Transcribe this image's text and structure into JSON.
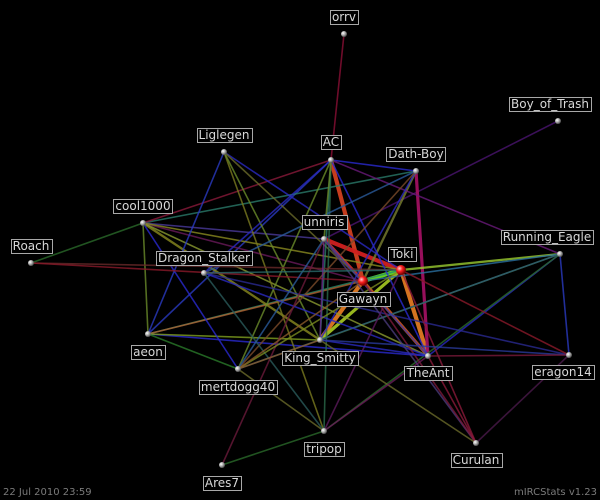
{
  "nodes": [
    {
      "id": "orrv",
      "label": "orrv",
      "highlight": false
    },
    {
      "id": "boy_of_trash",
      "label": "Boy_of_Trash",
      "highlight": false
    },
    {
      "id": "liglegen",
      "label": "Liglegen",
      "highlight": false
    },
    {
      "id": "ac",
      "label": "AC",
      "highlight": false
    },
    {
      "id": "dath_boy",
      "label": "Dath-Boy",
      "highlight": false
    },
    {
      "id": "cool1000",
      "label": "cool1000",
      "highlight": false
    },
    {
      "id": "unniris",
      "label": "unniris",
      "highlight": false
    },
    {
      "id": "roach",
      "label": "Roach",
      "highlight": false
    },
    {
      "id": "dragon_stalker",
      "label": "Dragon_Stalker",
      "highlight": false
    },
    {
      "id": "toki",
      "label": "Toki",
      "highlight": true
    },
    {
      "id": "running_eagle",
      "label": "Running_Eagle",
      "highlight": false
    },
    {
      "id": "gawayn",
      "label": "Gawayn",
      "highlight": true
    },
    {
      "id": "aeon",
      "label": "aeon",
      "highlight": false
    },
    {
      "id": "king_smitty",
      "label": "King_Smitty",
      "highlight": false
    },
    {
      "id": "theant",
      "label": "TheAnt",
      "highlight": false
    },
    {
      "id": "mertdogg40",
      "label": "mertdogg40",
      "highlight": false
    },
    {
      "id": "eragon14",
      "label": "eragon14",
      "highlight": false
    },
    {
      "id": "tripop",
      "label": "tripop",
      "highlight": false
    },
    {
      "id": "curulan",
      "label": "Curulan",
      "highlight": false
    },
    {
      "id": "ares7",
      "label": "Ares7",
      "highlight": false
    }
  ],
  "edges": [
    {
      "a": "orrv",
      "b": "ac",
      "color": "#8a0f35",
      "weight": 1
    },
    {
      "a": "boy_of_trash",
      "b": "unniris",
      "color": "#4a1470",
      "weight": 1
    },
    {
      "a": "toki",
      "b": "gawayn",
      "color": "#66dd22",
      "weight": 4
    },
    {
      "a": "gawayn",
      "b": "king_smitty",
      "color": "#e07a22",
      "weight": 4
    },
    {
      "a": "toki",
      "b": "theant",
      "color": "#e07a22",
      "weight": 4
    },
    {
      "a": "ac",
      "b": "gawayn",
      "color": "#d04020",
      "weight": 4
    },
    {
      "a": "unniris",
      "b": "toki",
      "color": "#d02020",
      "weight": 4
    },
    {
      "a": "unniris",
      "b": "gawayn",
      "color": "#c03030",
      "weight": 3
    },
    {
      "a": "king_smitty",
      "b": "toki",
      "color": "#a0c020",
      "weight": 3
    },
    {
      "a": "gawayn",
      "b": "theant",
      "color": "#c05020",
      "weight": 3
    },
    {
      "a": "dath_boy",
      "b": "theant",
      "color": "#a01060",
      "weight": 3
    },
    {
      "a": "dath_boy",
      "b": "gawayn",
      "color": "#7a8030",
      "weight": 2
    },
    {
      "a": "toki",
      "b": "running_eagle",
      "color": "#9acb30",
      "weight": 2
    },
    {
      "a": "gawayn",
      "b": "running_eagle",
      "color": "#2a70a0",
      "weight": 1
    },
    {
      "a": "king_smitty",
      "b": "running_eagle",
      "color": "#4a7a2a",
      "weight": 1
    },
    {
      "a": "theant",
      "b": "running_eagle",
      "color": "#2a2ac0",
      "weight": 1
    },
    {
      "a": "mertdogg40",
      "b": "running_eagle",
      "color": "#2a5a7a",
      "weight": 1
    },
    {
      "a": "tripop",
      "b": "running_eagle",
      "color": "#2a6a2a",
      "weight": 1
    },
    {
      "a": "aeon",
      "b": "toki",
      "color": "#2a8a6a",
      "weight": 1
    },
    {
      "a": "aeon",
      "b": "gawayn",
      "color": "#b06030",
      "weight": 1
    },
    {
      "a": "aeon",
      "b": "theant",
      "color": "#2a2ad0",
      "weight": 1
    },
    {
      "a": "aeon",
      "b": "king_smitty",
      "color": "#80a020",
      "weight": 1
    },
    {
      "a": "aeon",
      "b": "mertdogg40",
      "color": "#2a7a2a",
      "weight": 1
    },
    {
      "a": "aeon",
      "b": "ac",
      "color": "#2a3ac0",
      "weight": 1
    },
    {
      "a": "cool1000",
      "b": "king_smitty",
      "color": "#8a8a20",
      "weight": 2
    },
    {
      "a": "cool1000",
      "b": "mertdogg40",
      "color": "#2a2ad0",
      "weight": 1
    },
    {
      "a": "cool1000",
      "b": "aeon",
      "color": "#6a8a2a",
      "weight": 1
    },
    {
      "a": "cool1000",
      "b": "gawayn",
      "color": "#6a1a5a",
      "weight": 1
    },
    {
      "a": "cool1000",
      "b": "dath_boy",
      "color": "#2a7a6a",
      "weight": 1
    },
    {
      "a": "cool1000",
      "b": "theant",
      "color": "#8a9a30",
      "weight": 1
    },
    {
      "a": "cool1000",
      "b": "ac",
      "color": "#8a1a3a",
      "weight": 1
    },
    {
      "a": "cool1000",
      "b": "unniris",
      "color": "#4a3a9a",
      "weight": 1
    },
    {
      "a": "cool1000",
      "b": "toki",
      "color": "#8a8a20",
      "weight": 1
    },
    {
      "a": "liglegen",
      "b": "toki",
      "color": "#2a2ac0",
      "weight": 1
    },
    {
      "a": "liglegen",
      "b": "tripop",
      "color": "#7a7a20",
      "weight": 1
    },
    {
      "a": "liglegen",
      "b": "king_smitty",
      "color": "#6a8a2a",
      "weight": 1
    },
    {
      "a": "liglegen",
      "b": "aeon",
      "color": "#2a3ac0",
      "weight": 1
    },
    {
      "a": "liglegen",
      "b": "gawayn",
      "color": "#6a6a2a",
      "weight": 1
    },
    {
      "a": "ac",
      "b": "king_smitty",
      "color": "#2a7a6a",
      "weight": 1
    },
    {
      "a": "ac",
      "b": "dath_boy",
      "color": "#2a2ad0",
      "weight": 1
    },
    {
      "a": "ac",
      "b": "theant",
      "color": "#2a2ad0",
      "weight": 1
    },
    {
      "a": "ac",
      "b": "running_eagle",
      "color": "#6a1a7a",
      "weight": 1
    },
    {
      "a": "ac",
      "b": "tripop",
      "color": "#2a6a4a",
      "weight": 1
    },
    {
      "a": "ac",
      "b": "mertdogg40",
      "color": "#6a8a2a",
      "weight": 1
    },
    {
      "a": "dath_boy",
      "b": "king_smitty",
      "color": "#2a2ac0",
      "weight": 1
    },
    {
      "a": "dath_boy",
      "b": "mertdogg40",
      "color": "#7a4a2a",
      "weight": 1
    },
    {
      "a": "dath_boy",
      "b": "dragon_stalker",
      "color": "#2a5a9a",
      "weight": 1
    },
    {
      "a": "roach",
      "b": "toki",
      "color": "#6a2a2a",
      "weight": 1
    },
    {
      "a": "roach",
      "b": "cool1000",
      "color": "#2a6a2a",
      "weight": 1
    },
    {
      "a": "roach",
      "b": "gawayn",
      "color": "#8a1a2a",
      "weight": 1
    },
    {
      "a": "dragon_stalker",
      "b": "ac",
      "color": "#2a2ac0",
      "weight": 1
    },
    {
      "a": "dragon_stalker",
      "b": "tripop",
      "color": "#2a5a5a",
      "weight": 1
    },
    {
      "a": "dragon_stalker",
      "b": "eragon14",
      "color": "#2a2a90",
      "weight": 1
    },
    {
      "a": "dragon_stalker",
      "b": "theant",
      "color": "#2a2ac0",
      "weight": 1
    },
    {
      "a": "unniris",
      "b": "ares7",
      "color": "#6a1a3a",
      "weight": 1
    },
    {
      "a": "unniris",
      "b": "mertdogg40",
      "color": "#2a5a9a",
      "weight": 1
    },
    {
      "a": "unniris",
      "b": "theant",
      "color": "#3a3aa0",
      "weight": 1
    },
    {
      "a": "unniris",
      "b": "curulan",
      "color": "#4a3a7a",
      "weight": 1
    },
    {
      "a": "toki",
      "b": "curulan",
      "color": "#8a1a3a",
      "weight": 1
    },
    {
      "a": "toki",
      "b": "eragon14",
      "color": "#8a1a2a",
      "weight": 1
    },
    {
      "a": "toki",
      "b": "mertdogg40",
      "color": "#7a8a20",
      "weight": 1
    },
    {
      "a": "toki",
      "b": "tripop",
      "color": "#5a1a5a",
      "weight": 1
    },
    {
      "a": "toki",
      "b": "dragon_stalker",
      "color": "#2a6a6a",
      "weight": 1
    },
    {
      "a": "gawayn",
      "b": "curulan",
      "color": "#7a1a3a",
      "weight": 1
    },
    {
      "a": "gawayn",
      "b": "mertdogg40",
      "color": "#8a5a2a",
      "weight": 1
    },
    {
      "a": "king_smitty",
      "b": "theant",
      "color": "#2a2ac0",
      "weight": 1
    },
    {
      "a": "king_smitty",
      "b": "curulan",
      "color": "#6a6a2a",
      "weight": 1
    },
    {
      "a": "king_smitty",
      "b": "eragon14",
      "color": "#2a3a9a",
      "weight": 1
    },
    {
      "a": "king_smitty",
      "b": "mertdogg40",
      "color": "#8a5a2a",
      "weight": 1
    },
    {
      "a": "king_smitty",
      "b": "unniris",
      "color": "#6a2a8a",
      "weight": 1
    },
    {
      "a": "theant",
      "b": "curulan",
      "color": "#8a1a3a",
      "weight": 1
    },
    {
      "a": "theant",
      "b": "tripop",
      "color": "#6a1a5a",
      "weight": 1
    },
    {
      "a": "mertdogg40",
      "b": "tripop",
      "color": "#6a6a2a",
      "weight": 1
    },
    {
      "a": "tripop",
      "b": "ares7",
      "color": "#2a6a2a",
      "weight": 1
    },
    {
      "a": "curulan",
      "b": "eragon14",
      "color": "#4a1a4a",
      "weight": 1
    },
    {
      "a": "running_eagle",
      "b": "eragon14",
      "color": "#2a3ac0",
      "weight": 1
    },
    {
      "a": "theant",
      "b": "eragon14",
      "color": "#7a1a3a",
      "weight": 1
    },
    {
      "a": "ac",
      "b": "unniris",
      "color": "#6a8a2a",
      "weight": 1
    }
  ],
  "footer": {
    "date": "22 Jul 2010 23:59",
    "version": "mIRCStats v1.23"
  }
}
